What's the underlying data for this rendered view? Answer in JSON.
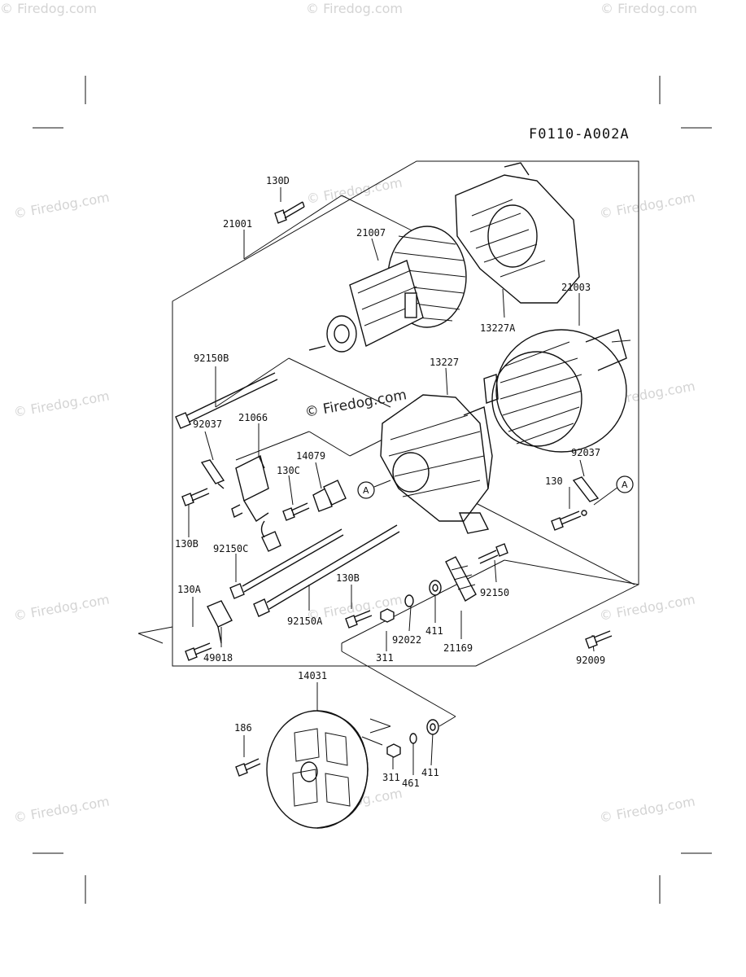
{
  "diagram": {
    "code": "F0110-A002A",
    "watermark_text": "© Firedog.com",
    "callout_letter": "A",
    "labels": {
      "p130D": "130D",
      "p21001": "21001",
      "p21007": "21007",
      "p21003": "21003",
      "p13227A": "13227A",
      "p13227": "13227",
      "p92150B": "92150B",
      "p92037a": "92037",
      "p21066": "21066",
      "p14079": "14079",
      "p130C": "130C",
      "p130B_left": "130B",
      "p92150C": "92150C",
      "p130A": "130A",
      "p49018": "49018",
      "p130B_mid": "130B",
      "p92150A": "92150A",
      "p311a": "311",
      "p92022": "92022",
      "p411a": "411",
      "p21169": "21169",
      "p92150": "92150",
      "p92037b": "92037",
      "p130": "130",
      "p92009": "92009",
      "p14031": "14031",
      "p186": "186",
      "p311b": "311",
      "p461": "461",
      "p411b": "411"
    }
  }
}
